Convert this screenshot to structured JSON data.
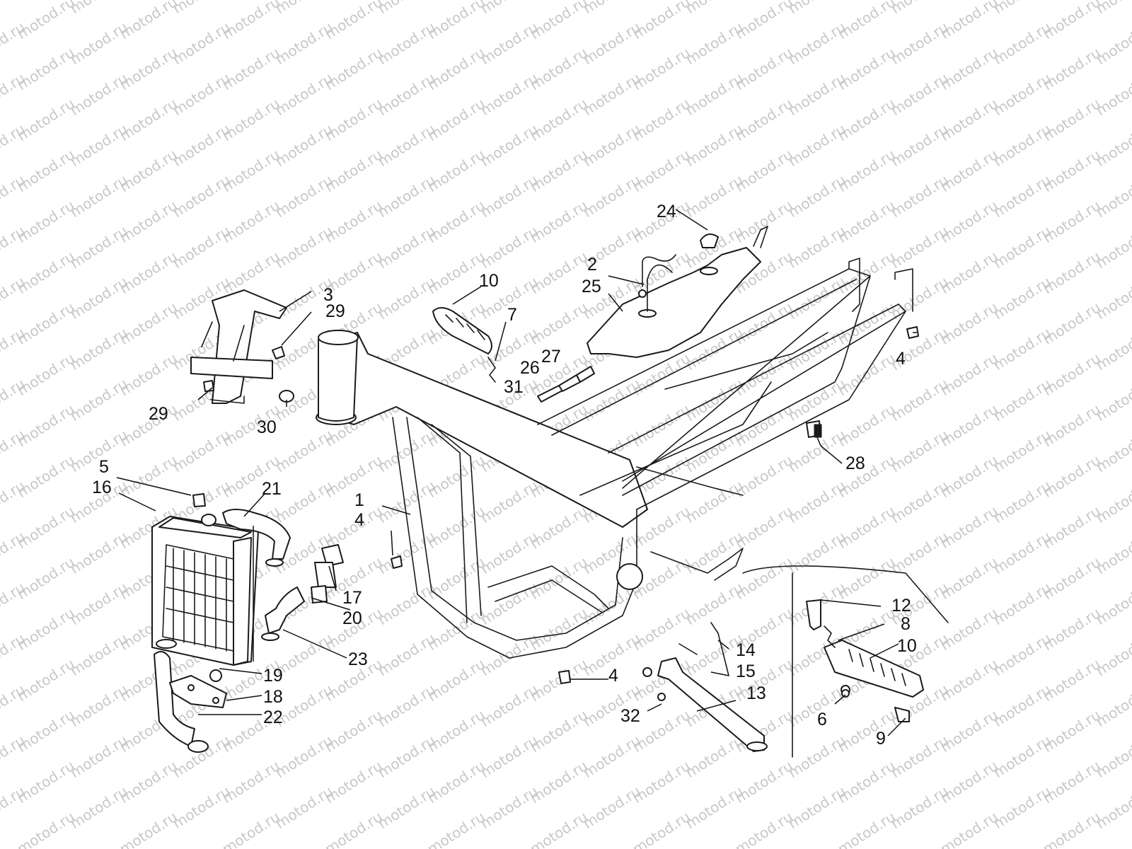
{
  "watermark": {
    "text": "motod.ru",
    "color": "#c8c8c8"
  },
  "callouts": [
    "1",
    "2",
    "3",
    "4",
    "4",
    "4",
    "4",
    "5",
    "6",
    "7",
    "8",
    "9",
    "10",
    "10",
    "12",
    "13",
    "14",
    "15",
    "16",
    "17",
    "18",
    "19",
    "20",
    "21",
    "22",
    "23",
    "24",
    "25",
    "26",
    "27",
    "28",
    "29",
    "29",
    "30",
    "31",
    "32"
  ],
  "colors": {
    "line": "#1a1a1a",
    "background": "#ffffff"
  }
}
